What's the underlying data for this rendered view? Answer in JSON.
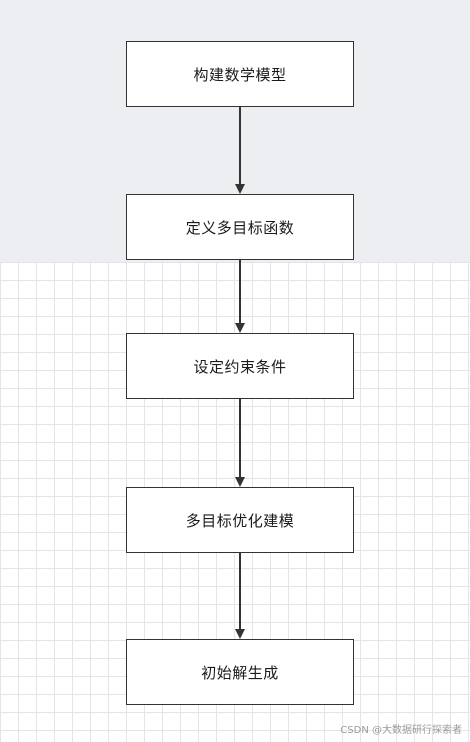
{
  "nodes": [
    {
      "label": "构建数学模型"
    },
    {
      "label": "定义多目标函数"
    },
    {
      "label": "设定约束条件"
    },
    {
      "label": "多目标优化建模"
    },
    {
      "label": "初始解生成"
    }
  ],
  "watermark": "CSDN @大数据研行探索者",
  "colors": {
    "top_background": "#eceef1",
    "grid_line": "#e3e5e8",
    "node_border": "#333333",
    "arrow": "#333333"
  }
}
